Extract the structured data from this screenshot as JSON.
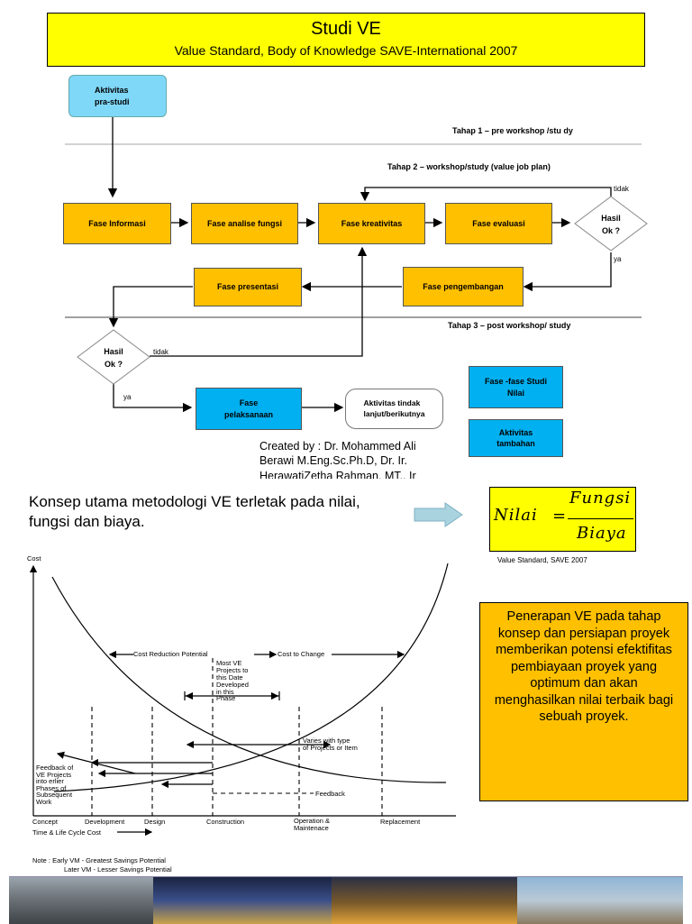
{
  "header": {
    "title": "Studi VE",
    "subtitle": "Value Standard, Body of Knowledge SAVE-International 2007"
  },
  "flow": {
    "pre_study": "Aktivitas\npra-studi",
    "stage1": "Tahap 1   – pre workshop   /stu dy",
    "stage2": "Tahap 2   – workshop/study (value job plan)",
    "stage3": "Tahap  3 – post workshop/  study",
    "fase_informasi": "Fase Informasi",
    "fase_analise": "Fase  analise fungsi",
    "fase_kreativitas": "Fase  kreativitas",
    "fase_evaluasi": "Fase  evaluasi",
    "hasil_ok_1": "Hasil\nOk ?",
    "tidak_1": "tidak",
    "ya_1": "ya",
    "fase_pengembangan": "Fase  pengembangan",
    "fase_presentasi": "Fase  presentasi",
    "hasil_ok_2": "Hasil\nOk ?",
    "tidak_2": "tidak",
    "ya_2": "ya",
    "fase_pelaksanaan": "Fase\npelaksanaan",
    "aktivitas_tindak": "Aktivitas tindak\nlanjut/berikutnya",
    "legend_fase": "Fase -fase Studi\nNilai",
    "legend_aktivitas": "Aktivitas\ntambahan"
  },
  "credit": "Created by : Dr. Mohammed Ali Berawi M.Eng.Sc.Ph.D, Dr. Ir. HerawatiZetha Rahman, MT., Ir",
  "concept_text": "Konsep utama metodologi VE terletak pada nilai, fungsi dan biaya.",
  "formula": {
    "lhs": "Nilai",
    "numerator": "Fungsi",
    "denominator": "Biaya"
  },
  "formula_source": "Value Standard, SAVE 2007",
  "note_box": "Penerapan VE pada tahap konsep dan persiapan proyek memberikan potensi efektifitas  pembiayaan proyek yang optimum dan akan menghasilkan nilai terbaik bagi sebuah proyek.",
  "graph": {
    "y_label": "Cost",
    "cost_reduction": "Cost Reduction Potential",
    "cost_to_change": "Cost to Change",
    "most_ve": "Most VE\nProjects to\nthis Date\nDeveloped\nin this\nPhase",
    "varies": "Varies with type\nof Projects or Item",
    "feedback_left": "Feedback of\nVE Projects\ninto erlier\nPhases of\nSubsequent\nWork",
    "feedback": "Feedback",
    "phases": [
      "Concept",
      "Development",
      "Design",
      "Construction",
      "Operation &\nMaintenace",
      "Replacement"
    ],
    "x_label": "Time & Life Cycle Cost",
    "note1": "Note : Early VM - Greatest Savings Potential",
    "note2": "Later VM - Lesser Savings Potential"
  },
  "colors": {
    "title_bg": "#ffff00",
    "phase": "#ffc000",
    "action": "#00b0f0",
    "pre": "#7fd8f8"
  }
}
